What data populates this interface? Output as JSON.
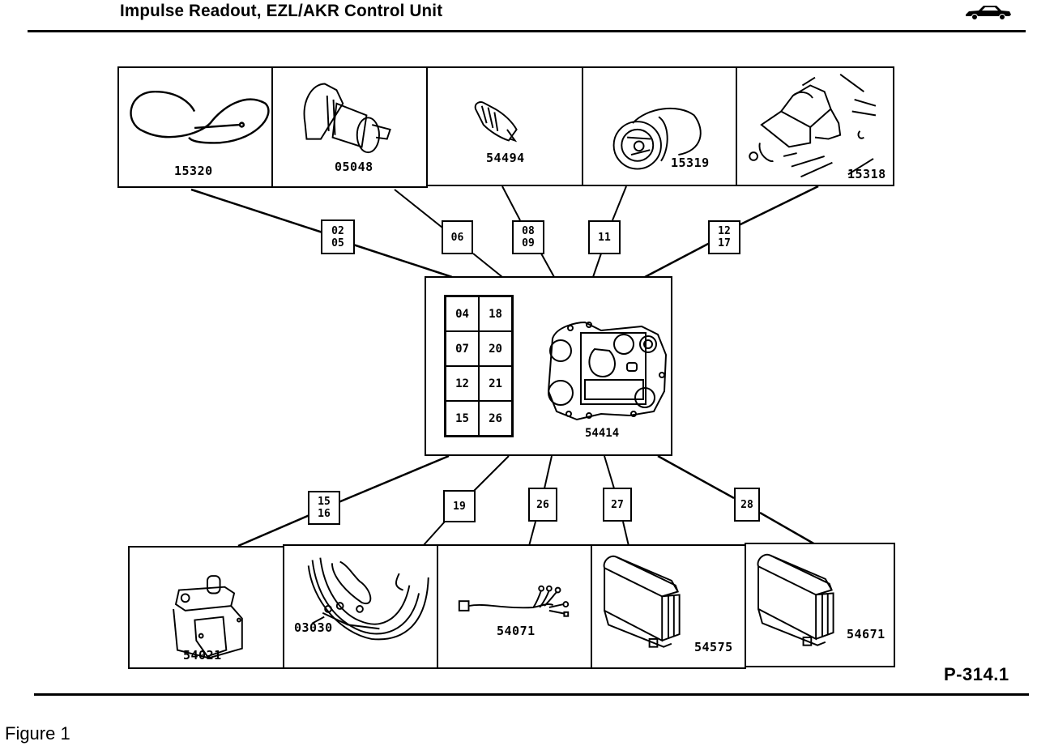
{
  "header": {
    "title": "Impulse Readout, EZL/AKR Control Unit",
    "logo_icon": "car-icon"
  },
  "top_parts": [
    {
      "number": "15320",
      "depicts": "cable-icon"
    },
    {
      "number": "05048",
      "depicts": "adapter-icon"
    },
    {
      "number": "54494",
      "depicts": "sensor-icon"
    },
    {
      "number": "15319",
      "depicts": "plug-connector-icon"
    },
    {
      "number": "15318",
      "depicts": "installed-connector-icon"
    }
  ],
  "top_tags": [
    {
      "lines": [
        "02",
        "05"
      ]
    },
    {
      "lines": [
        "06"
      ]
    },
    {
      "lines": [
        "08",
        "09"
      ]
    },
    {
      "lines": [
        "11"
      ]
    },
    {
      "lines": [
        "12",
        "17"
      ]
    }
  ],
  "center_unit": {
    "number": "54414",
    "depicts": "control-unit-connector-icon",
    "grid": [
      "04",
      "18",
      "07",
      "20",
      "12",
      "21",
      "15",
      "26"
    ]
  },
  "bottom_tags": [
    {
      "lines": [
        "15",
        "16"
      ]
    },
    {
      "lines": [
        "19"
      ]
    },
    {
      "lines": [
        "26"
      ]
    },
    {
      "lines": [
        "27"
      ]
    },
    {
      "lines": [
        "28"
      ]
    }
  ],
  "bottom_parts": [
    {
      "number": "54021",
      "depicts": "ignition-coil-icon"
    },
    {
      "number": "03030",
      "depicts": "wiring-harness-icon"
    },
    {
      "number": "54071",
      "depicts": "sensor-lead-icon"
    },
    {
      "number": "54575",
      "depicts": "control-module-icon"
    },
    {
      "number": "54671",
      "depicts": "control-module-icon"
    }
  ],
  "footer": {
    "page_ref": "P-314.1",
    "caption": "Figure 1"
  }
}
